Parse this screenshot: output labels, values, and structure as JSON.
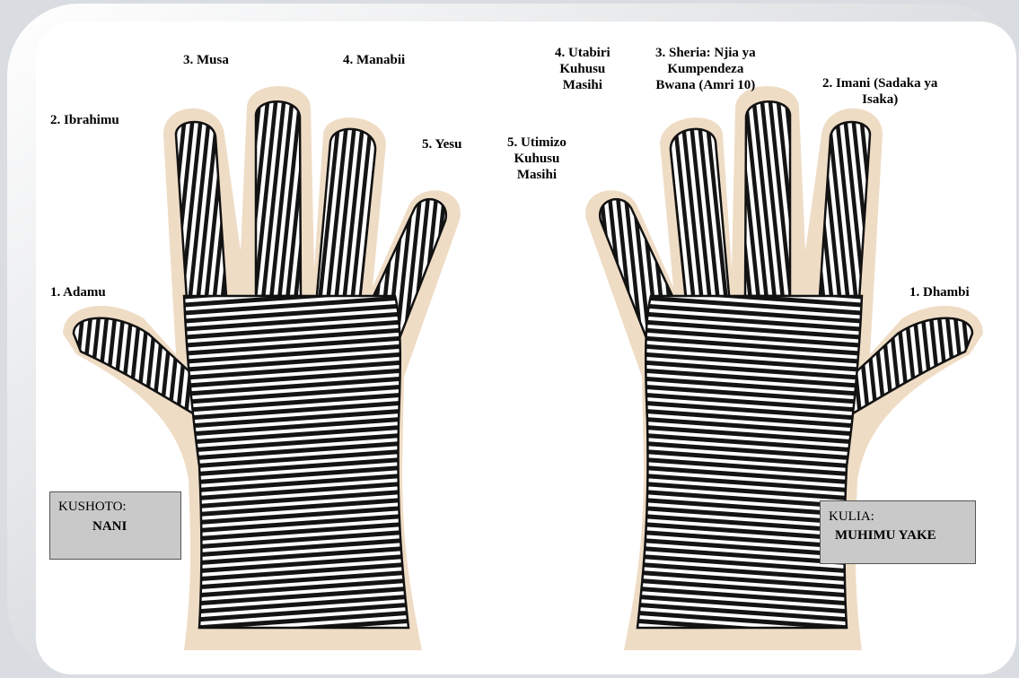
{
  "left_hand": {
    "fingers": [
      {
        "label": "1. Adamu"
      },
      {
        "label": "2. Ibrahimu"
      },
      {
        "label": "3. Musa"
      },
      {
        "label": "4. Manabii"
      },
      {
        "label": "5. Yesu"
      }
    ],
    "box": {
      "heading": "KUSHOTO:",
      "value": "NANI"
    }
  },
  "right_hand": {
    "fingers": [
      {
        "label": "1. Dhambi"
      },
      {
        "label_lines": [
          "2. Imani (Sadaka ya",
          "Isaka)"
        ]
      },
      {
        "label_lines": [
          "3.  Sheria: Njia ya",
          "Kumpendeza",
          "Bwana (Amri 10)"
        ]
      },
      {
        "label_lines": [
          "4. Utabiri",
          "Kuhusu",
          "Masihi"
        ]
      },
      {
        "label_lines": [
          "5. Utimizo",
          "Kuhusu",
          "Masihi"
        ]
      }
    ],
    "box": {
      "heading": "KULIA:",
      "value": "MUHIMU YAKE"
    }
  },
  "colors": {
    "skin_halo": "#efdcc5",
    "ink": "#111111",
    "box_fill": "#c9c9c9",
    "page": "#ffffff"
  }
}
